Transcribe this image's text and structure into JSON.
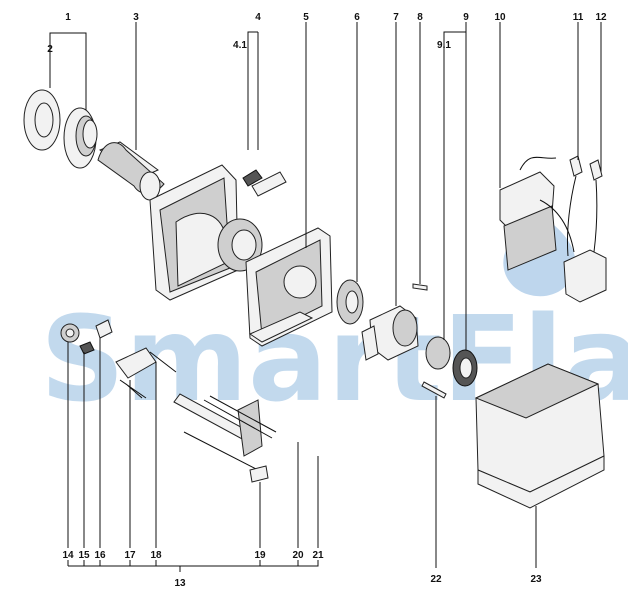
{
  "watermark": {
    "text": "SmartFlam",
    "color": "#6fa5d6"
  },
  "labels": {
    "l1": "1",
    "l2": "2",
    "l3": "3",
    "l4": "4",
    "l41": "4.1",
    "l5": "5",
    "l6": "6",
    "l7": "7",
    "l8": "8",
    "l9": "9",
    "l91": "9.1",
    "l10": "10",
    "l11": "11",
    "l12": "12",
    "l13": "13",
    "l14": "14",
    "l15": "15",
    "l16": "16",
    "l17": "17",
    "l18": "18",
    "l19": "19",
    "l20": "20",
    "l21": "21",
    "l22": "22",
    "l23": "23"
  }
}
